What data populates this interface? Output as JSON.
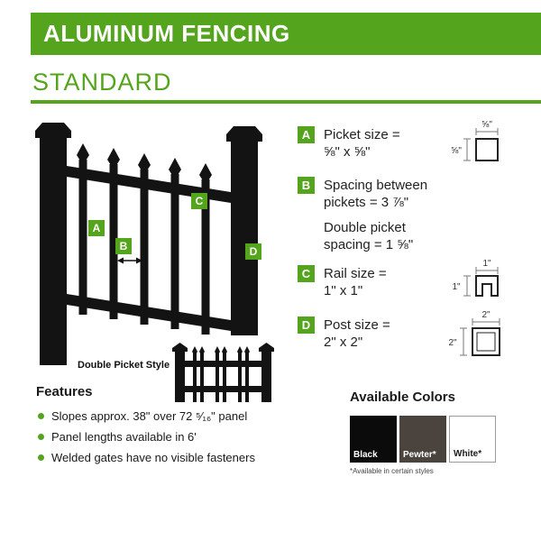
{
  "colors": {
    "green": "#55A41E",
    "fence_black": "#131313",
    "pewter": "#4B443E"
  },
  "header": {
    "title": "ALUMINUM FENCING",
    "subtitle": "STANDARD"
  },
  "fence": {
    "labels": {
      "a": "A",
      "b": "B",
      "c": "C",
      "d": "D"
    },
    "caption": "Double Picket Style"
  },
  "specs": [
    {
      "badge": "A",
      "line1": "Picket size =",
      "line2": "⅝\" x ⅝\"",
      "dim_top": "⅝\"",
      "dim_side": "⅝\""
    },
    {
      "badge": "B",
      "line1": "Spacing between",
      "line2": "pickets = 3 ⅞\"",
      "line3": "Double picket",
      "line4": "spacing = 1 ⅝\""
    },
    {
      "badge": "C",
      "line1": "Rail size =",
      "line2": "1\" x 1\"",
      "dim_top": "1\"",
      "dim_side": "1\""
    },
    {
      "badge": "D",
      "line1": "Post size =",
      "line2": "2\" x 2\"",
      "dim_top": "2\"",
      "dim_side": "2\""
    }
  ],
  "features": {
    "title": "Features",
    "items": [
      "Slopes approx. 38\" over 72 ⁵⁄₁₆\" panel",
      "Panel lengths available in 6'",
      "Welded gates have no visible fasteners"
    ]
  },
  "available_colors": {
    "title": "Available Colors",
    "swatches": [
      {
        "label": "Black",
        "color": "#0B0B0B",
        "text": "#FFFFFF",
        "border": "none"
      },
      {
        "label": "Pewter*",
        "color": "#4B443E",
        "text": "#FFFFFF",
        "border": "none"
      },
      {
        "label": "White*",
        "color": "#FFFFFF",
        "text": "#1A1A1A",
        "border": "1px solid #9a9a9a"
      }
    ],
    "footnote": "*Available in certain styles"
  }
}
